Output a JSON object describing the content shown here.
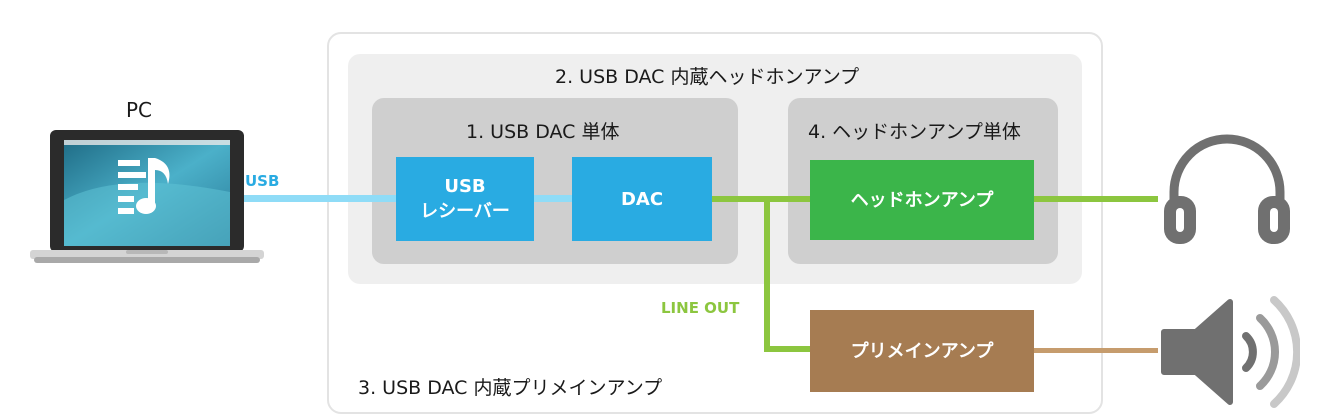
{
  "pc_label": "PC",
  "usb_label": "USB",
  "line_out_label": "LINE OUT",
  "groups": {
    "dac_only": "1. USB DAC 単体",
    "dac_headphone_amp": "2. USB DAC 内蔵ヘッドホンアンプ",
    "dac_preamp": "3. USB DAC 内蔵プリメインアンプ",
    "headphone_amp_only": "4. ヘッドホンアンプ単体"
  },
  "boxes": {
    "usb_receiver": [
      "USB",
      "レシーバー"
    ],
    "dac": "DAC",
    "headphone_amp": "ヘッドホンアンプ",
    "pre_main_amp": "プリメインアンプ"
  },
  "icons": [
    "laptop-icon",
    "music-note-icon",
    "headphones-icon",
    "speaker-icon"
  ],
  "colors": {
    "usb_cable": "#8fdcf7",
    "analog_line": "#8cc63f",
    "speaker_line": "#c69c6d",
    "usb_dac_boxes": "#29abe2",
    "headphone_amp": "#3bb54a",
    "pre_main_amp": "#a67c52",
    "icon_gray": "#707070"
  }
}
